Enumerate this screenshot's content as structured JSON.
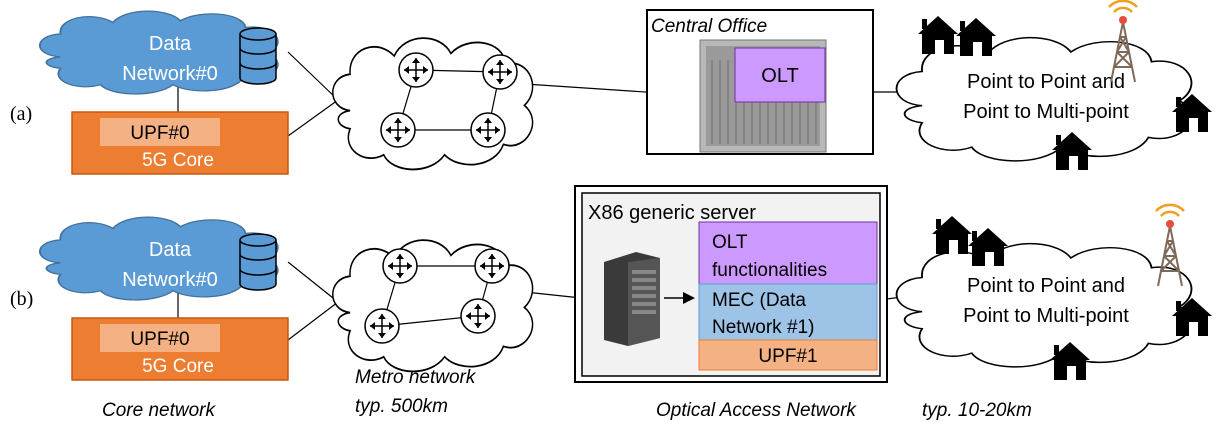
{
  "rows": {
    "a": {
      "label": "(a)",
      "data_network": [
        "Data",
        "Network#0"
      ],
      "upf": "UPF#0",
      "core": "5G Core",
      "central_office": "Central Office",
      "olt": "OLT",
      "access": [
        "Point to Point and",
        "Point to Multi-point"
      ]
    },
    "b": {
      "label": "(b)",
      "data_network": [
        "Data",
        "Network#0"
      ],
      "upf": "UPF#0",
      "core": "5G Core",
      "server_title": "X86 generic server",
      "olt_func": [
        "OLT",
        "functionalities"
      ],
      "mec": [
        "MEC (Data",
        "Network #1)"
      ],
      "upf1": "UPF#1",
      "access": [
        "Point to Point and",
        "Point to Multi-point"
      ]
    }
  },
  "captions": {
    "core_network": "Core network",
    "metro": [
      "Metro network",
      "typ. 500km"
    ],
    "optical": "Optical Access Network",
    "optical_dist": "typ. 10-20km"
  },
  "colors": {
    "cloud_blue": "#5b9bd5",
    "core_orange": "#ed7d31",
    "upf_fill": "#f4b183",
    "olt_purple": "#cc99ff",
    "mec_blue": "#9dc3e6",
    "server_bg": "#f2f2f2"
  }
}
